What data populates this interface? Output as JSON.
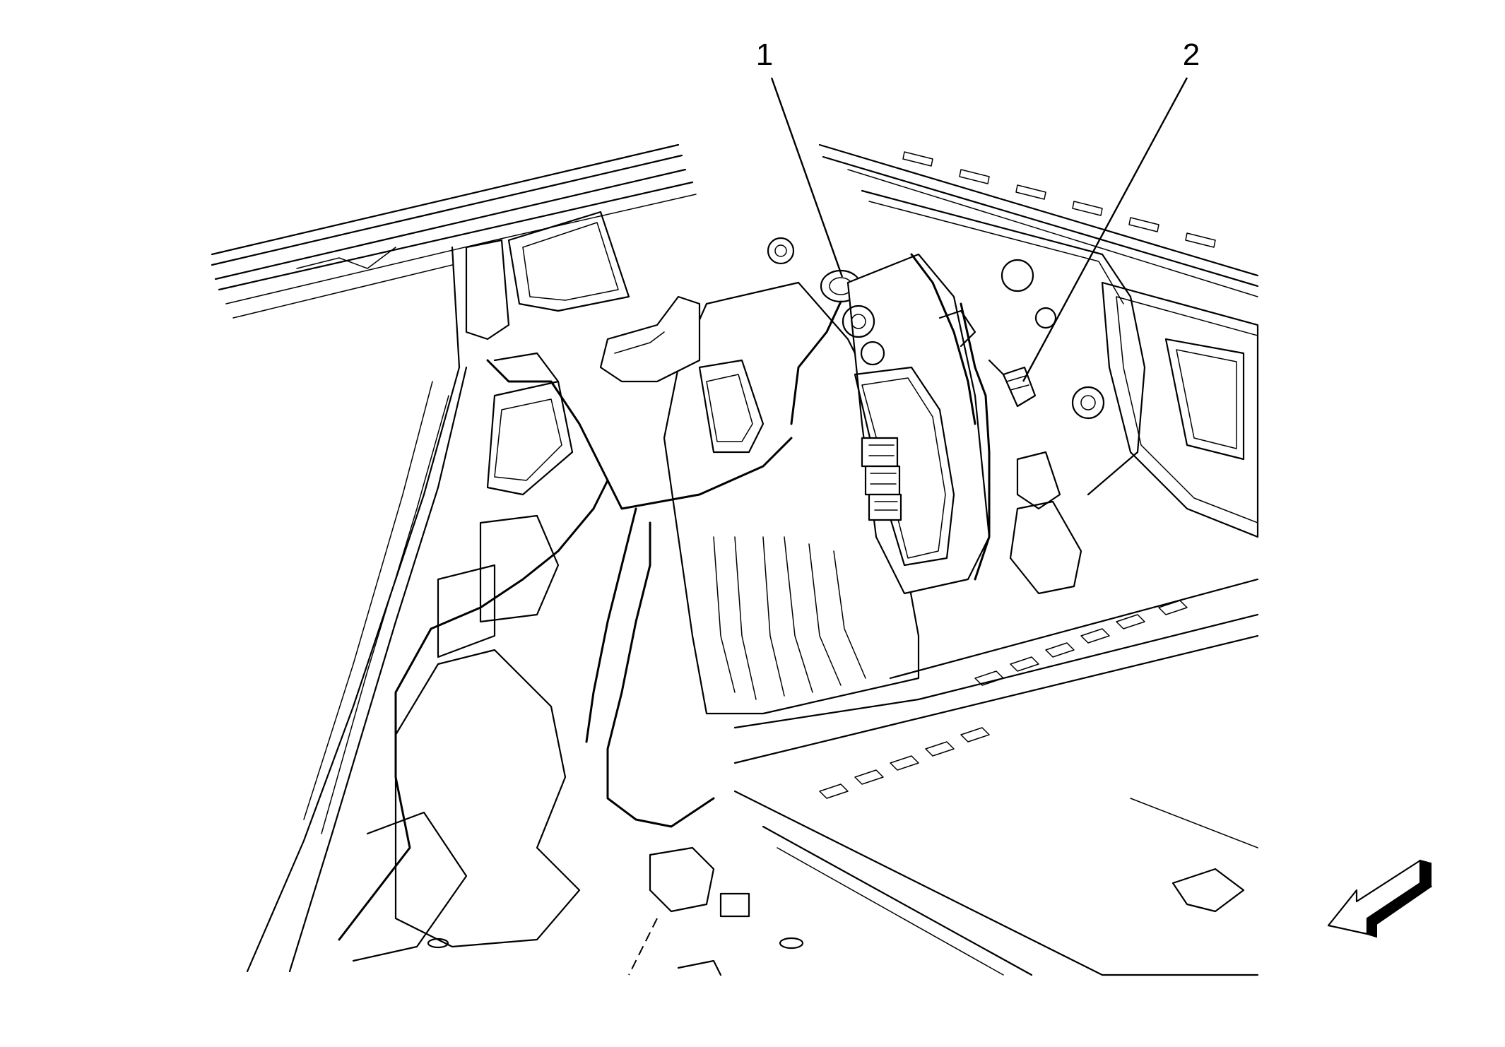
{
  "callouts": [
    {
      "id": "1",
      "label": "1"
    },
    {
      "id": "2",
      "label": "2"
    }
  ],
  "icons": {
    "view_direction": "view-direction-arrow-icon"
  },
  "colors": {
    "line": "#000000",
    "background": "#ffffff"
  }
}
